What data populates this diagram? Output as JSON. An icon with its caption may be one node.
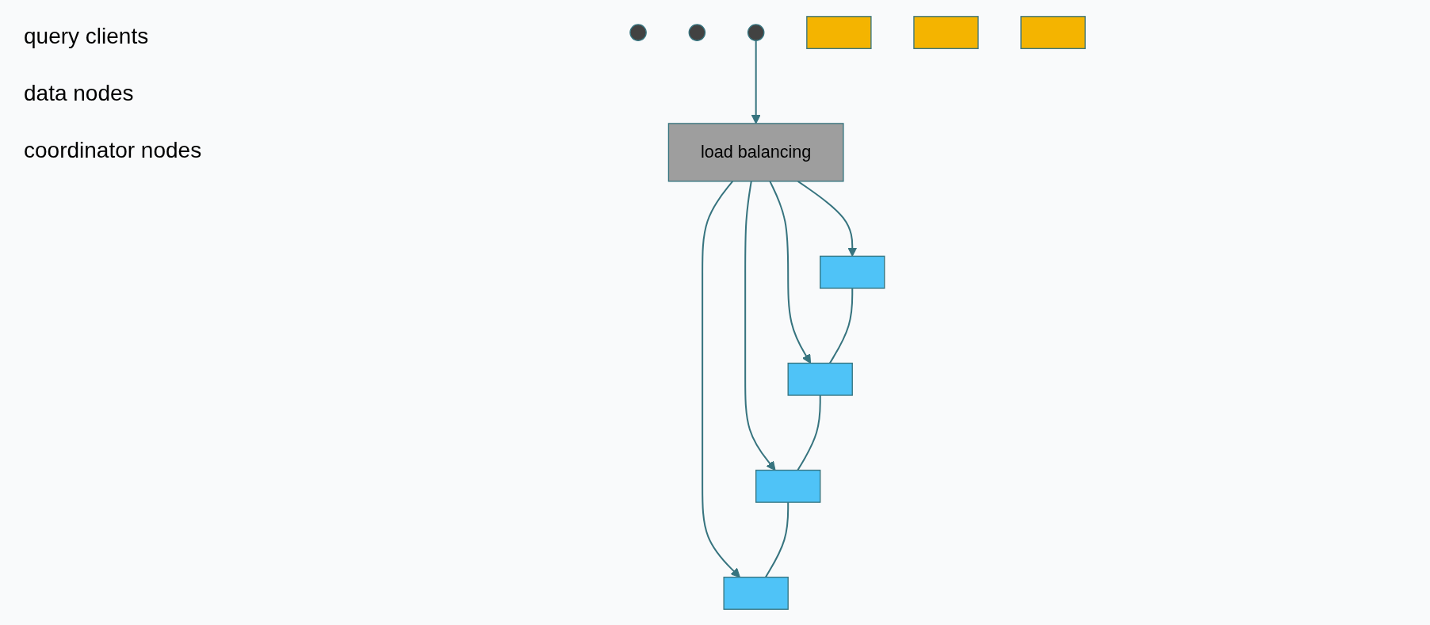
{
  "diagram": {
    "nodes": [
      {
        "text": [],
        "shape": "circle"
      },
      {
        "text": [],
        "shape": "circle"
      },
      {
        "text": [],
        "shape": "circle"
      },
      {
        "text": [
          "load balancing"
        ]
      },
      {
        "text": [],
        "shape": "box"
      },
      {
        "text": [],
        "shape": "box"
      },
      {
        "text": [],
        "shape": "box"
      },
      {
        "text": [],
        "shape": "box"
      },
      {
        "text": [],
        "shape": "box"
      },
      {
        "text": [],
        "shape": "box"
      },
      {
        "text": [],
        "shape": "box"
      }
    ],
    "edges": [
      {
        "from": 2,
        "to": 3,
        "arrow": "to"
      },
      {
        "from": 3,
        "to": 4,
        "arrow": "to"
      },
      {
        "from": 3,
        "to": 5,
        "arrow": "to"
      },
      {
        "from": 3,
        "to": 6,
        "arrow": "to"
      },
      {
        "from": 3,
        "to": 7,
        "arrow": "to"
      },
      {
        "from": 4,
        "to": 5,
        "arrow": "none"
      },
      {
        "from": 5,
        "to": 6,
        "arrow": "none"
      },
      {
        "from": 6,
        "to": 7,
        "arrow": "none"
      }
    ],
    "labels": [
      "query clients",
      "data nodes",
      "coordinator nodes"
    ]
  }
}
